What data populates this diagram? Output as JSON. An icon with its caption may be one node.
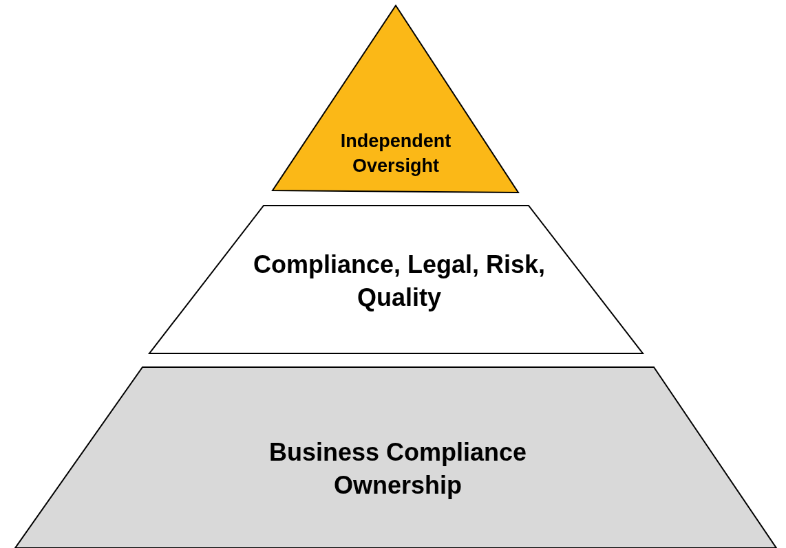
{
  "diagram": {
    "nodes": [
      {
        "text": [
          "Independent Oversight"
        ]
      },
      {
        "text": [
          "Compliance, Legal, Risk, Quality"
        ]
      },
      {
        "text": [
          "Business Compliance Ownership"
        ]
      }
    ]
  }
}
